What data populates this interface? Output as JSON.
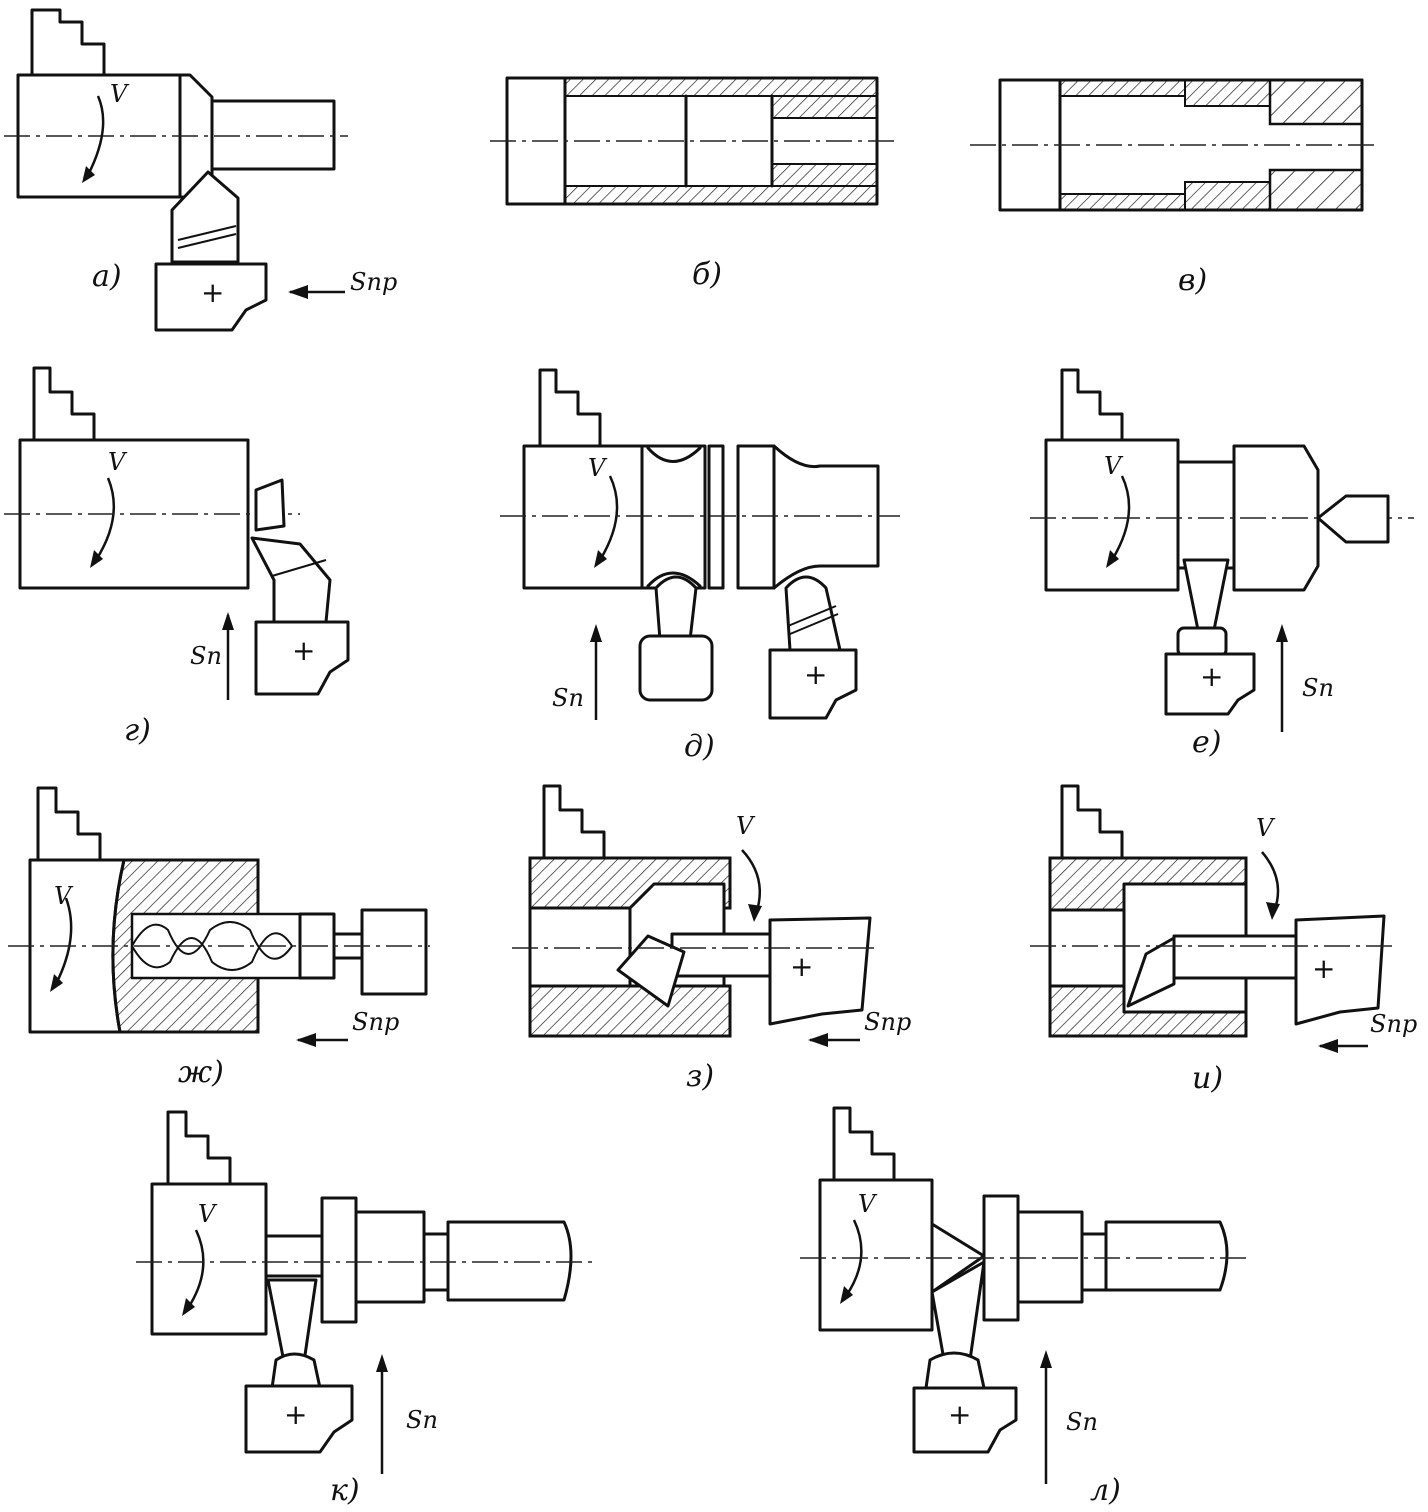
{
  "panels": [
    {
      "id": "a",
      "label": "а)",
      "v": "V",
      "feed": "Sпр"
    },
    {
      "id": "b",
      "label": "б)"
    },
    {
      "id": "v",
      "label": "в)"
    },
    {
      "id": "g",
      "label": "г)",
      "v": "V",
      "feed": "Sп"
    },
    {
      "id": "d",
      "label": "д)",
      "v": "V",
      "feed": "Sп"
    },
    {
      "id": "e",
      "label": "е)",
      "v": "V",
      "feed": "Sп"
    },
    {
      "id": "zh",
      "label": "ж)",
      "v": "V",
      "feed": "Sпр"
    },
    {
      "id": "z",
      "label": "з)",
      "v": "V",
      "feed": "Sпр"
    },
    {
      "id": "i",
      "label": "и)",
      "v": "V",
      "feed": "Sпр"
    },
    {
      "id": "k",
      "label": "к)",
      "v": "V",
      "feed": "Sп"
    },
    {
      "id": "l",
      "label": "л)",
      "v": "V",
      "feed": "Sп"
    }
  ],
  "symbols": {
    "holder_mark": "+"
  }
}
